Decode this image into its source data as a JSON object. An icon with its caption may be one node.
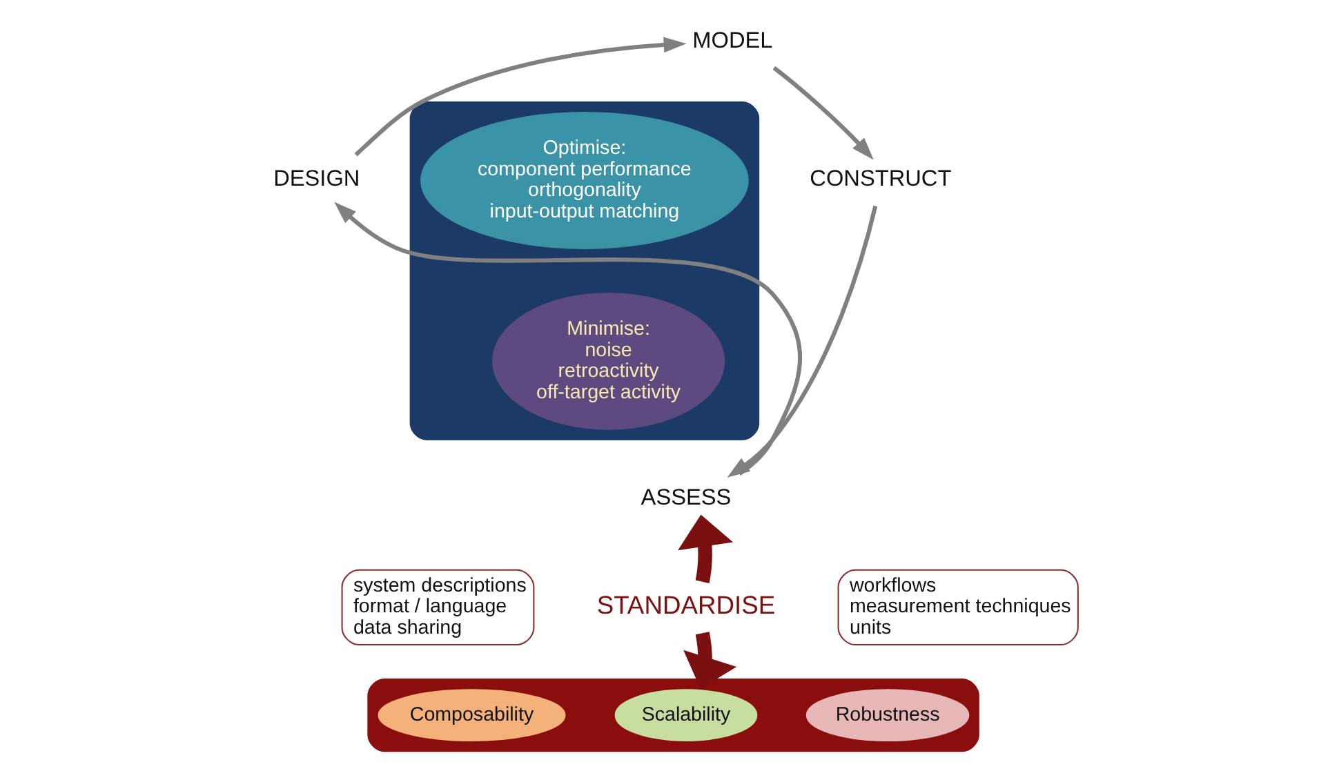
{
  "diagram": {
    "nodes": [
      {
        "text": [
          "MODEL"
        ]
      },
      {
        "text": [
          "CONSTRUCT"
        ]
      },
      {
        "text": [
          "ASSESS"
        ]
      },
      {
        "text": [
          "DESIGN"
        ]
      },
      {
        "text": [],
        "shape": "ellipse"
      },
      {
        "text": [
          "Optimise:",
          "component performance",
          "orthogonality",
          "input-output matching"
        ],
        "in": 4
      },
      {
        "text": [
          "Minimise:",
          "noise",
          "retroactivity",
          "off-target activity"
        ],
        "in": 4
      },
      {
        "text": [
          "STANDARDISE"
        ]
      },
      {
        "text": [
          "system descriptions",
          "format / language",
          "data sharing"
        ]
      },
      {
        "text": [
          "workflows",
          "measurement techniques",
          "units"
        ]
      },
      {
        "text": [],
        "shape": "ellipse"
      },
      {
        "text": [
          "Composability"
        ],
        "in": 10
      },
      {
        "text": [
          "Scalability"
        ],
        "in": 10
      },
      {
        "text": [
          "Robustness"
        ],
        "in": 10
      }
    ],
    "edges": [
      {
        "from": 3,
        "to": 0,
        "arrow": "to"
      },
      {
        "from": 0,
        "to": 1,
        "arrow": "to"
      },
      {
        "from": 1,
        "to": 2,
        "arrow": "to"
      },
      {
        "from": 2,
        "to": 3,
        "arrow": "to"
      },
      {
        "from": 7,
        "to": 2,
        "arrow": "to",
        "style": "thick",
        "color": "#7b1010"
      },
      {
        "from": 7,
        "to": 10,
        "arrow": "to",
        "style": "thick",
        "color": "#7b1010"
      }
    ]
  }
}
